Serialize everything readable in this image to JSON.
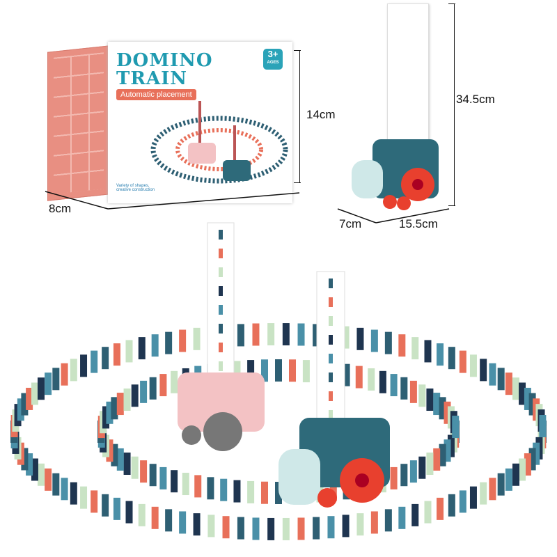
{
  "box": {
    "title_line1": "DOMINO",
    "title_line2": "TRAIN",
    "badge": "Automatic placement",
    "age": "3+",
    "age_label": "AGES",
    "tagline": "Variety of shapes, creative construction"
  },
  "dimensions": {
    "box_height": "14cm",
    "box_depth": "8cm",
    "train_height": "34.5cm",
    "train_depth": "7cm",
    "train_width": "15.5cm"
  },
  "colors": {
    "teal": "#2e5f73",
    "coral": "#e8705a",
    "mint": "#c9e3c4",
    "navy": "#1f3550",
    "pink": "#f3c2c4",
    "brand": "#1f9ab0"
  }
}
